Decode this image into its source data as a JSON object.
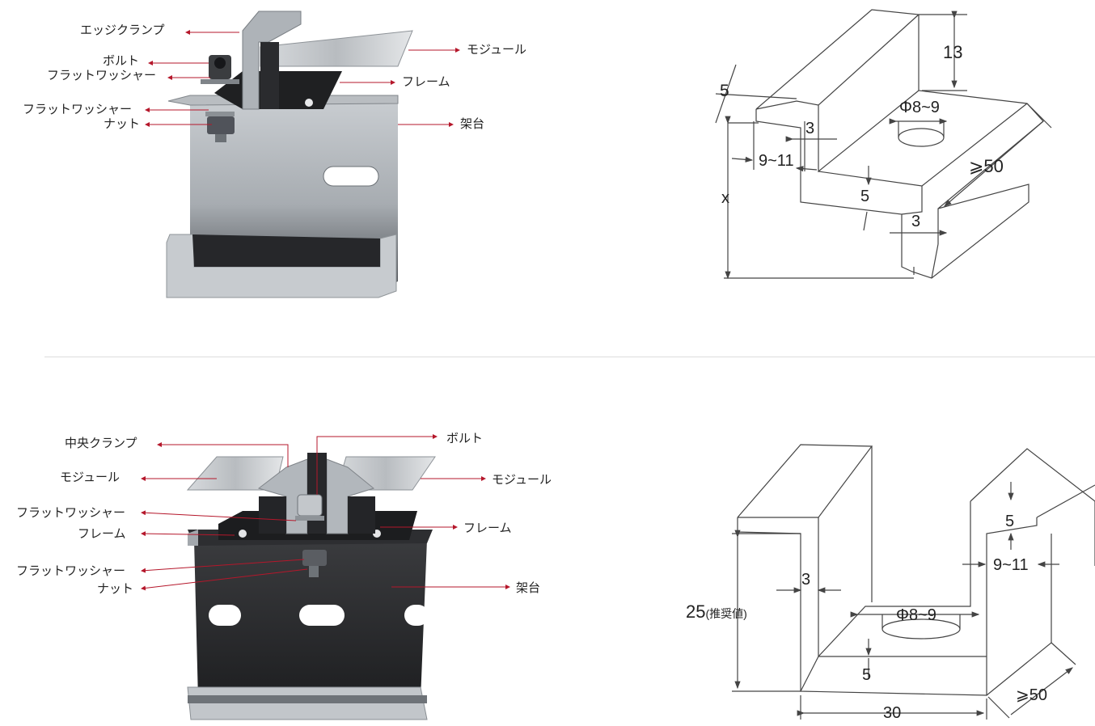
{
  "top": {
    "labels_left": {
      "edge_clamp": "エッジクランプ",
      "bolt": "ボルト",
      "flat_washer_1": "フラットワッシャー",
      "flat_washer_2": "フラットワッシャー",
      "nut": "ナット"
    },
    "labels_right": {
      "module": "モジュール",
      "frame": "フレーム",
      "rack": "架台"
    },
    "dims": {
      "d13": "13",
      "d5_top": "5",
      "d3_a": "3",
      "hole": "Φ8~9",
      "d50": "⩾50",
      "d9_11": "9~11",
      "x": "x",
      "d5_mid": "5",
      "d3_b": "3"
    }
  },
  "bottom": {
    "labels_left": {
      "center_clamp": "中央クランプ",
      "module": "モジュール",
      "flat_washer_1": "フラットワッシャー",
      "frame": "フレーム",
      "flat_washer_2": "フラットワッシャー",
      "nut": "ナット"
    },
    "labels_right": {
      "bolt": "ボルト",
      "module": "モジュール",
      "frame": "フレーム",
      "rack": "架台"
    },
    "dims": {
      "d25": "25",
      "d25_note": "(推奨値)",
      "d3": "3",
      "hole": "Φ8~9",
      "d5_a": "5",
      "d9_11": "9~11",
      "d5_b": "5",
      "d30": "30",
      "d50": "⩾50"
    }
  },
  "colors": {
    "leader": "#b5172b",
    "steel": "#9aa0a6",
    "dark": "#2c2c2e"
  }
}
